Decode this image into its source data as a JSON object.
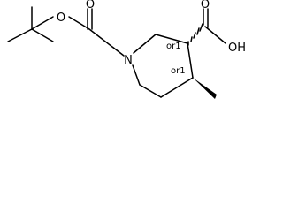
{
  "molecule": {
    "atoms": {
      "ring_nitrogen": "N",
      "carbamate_ether_oxygen": "O",
      "carbamate_carbonyl_oxygen": "O",
      "acid_carbonyl_oxygen": "O",
      "acid_hydroxyl": "OH"
    },
    "stereo_labels": {
      "c3_relative": "or1",
      "c4_relative": "or1"
    },
    "colors": {
      "bonds": "#000000",
      "labels": "#000000",
      "background": "#ffffff"
    }
  }
}
